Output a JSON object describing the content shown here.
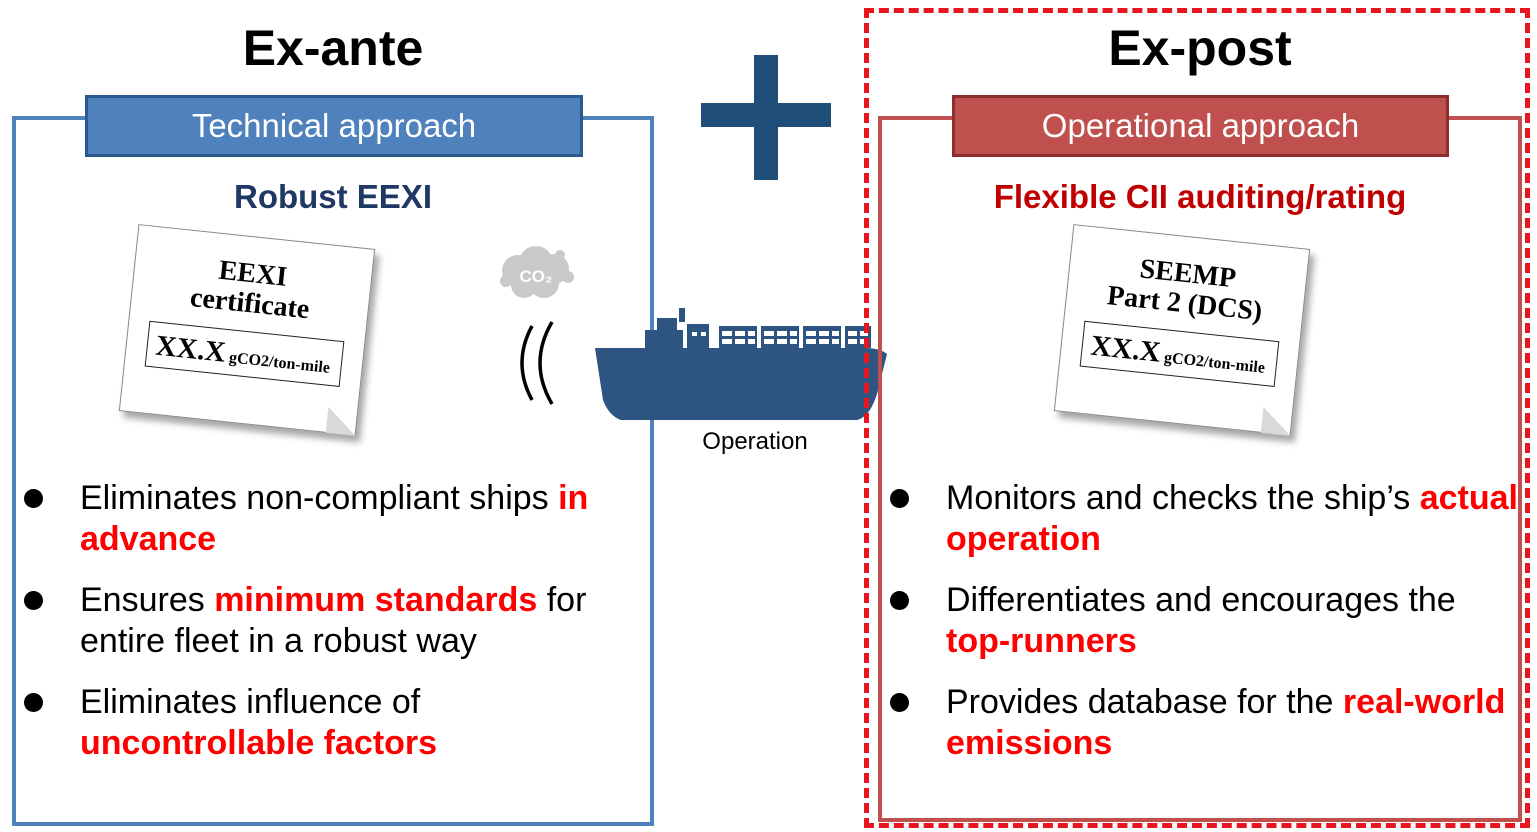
{
  "left": {
    "title": "Ex-ante",
    "tab": "Technical approach",
    "subheading": "Robust EEXI",
    "certificate": {
      "title_line1": "EEXI",
      "title_line2": "certificate",
      "value": "XX.X",
      "unit": "gCO2/ton-mile"
    },
    "bullets": [
      {
        "text": "Eliminates non-compliant ships ",
        "highlight": "in advance",
        "after": ""
      },
      {
        "text": "Ensures ",
        "highlight": "minimum standards",
        "after": " for entire fleet in a robust way"
      },
      {
        "text": "Eliminates influence of ",
        "highlight": "uncontrollable factors",
        "after": ""
      }
    ]
  },
  "right": {
    "title": "Ex-post",
    "tab": "Operational approach",
    "subheading": "Flexible CII auditing/rating",
    "certificate": {
      "title_line1": "SEEMP",
      "title_line2": "Part 2 (DCS)",
      "value": "XX.X",
      "unit": "gCO2/ton-mile"
    },
    "bullets": [
      {
        "text": "Monitors and checks the ship’s ",
        "highlight": "actual operation",
        "after": ""
      },
      {
        "text": "Differentiates and encourages the ",
        "highlight": "top-runners",
        "after": ""
      },
      {
        "text": "Provides database for the ",
        "highlight": "real-world emissions",
        "after": ""
      }
    ]
  },
  "center": {
    "plus_symbol": "+",
    "co2_label": "CO₂",
    "ship_label": "Operation"
  },
  "colors": {
    "blue_accent": "#4f81bd",
    "red_accent": "#c0504d",
    "highlight": "#ff0000",
    "dashed_frame": "#e8141e",
    "ship": "#2e5581"
  }
}
